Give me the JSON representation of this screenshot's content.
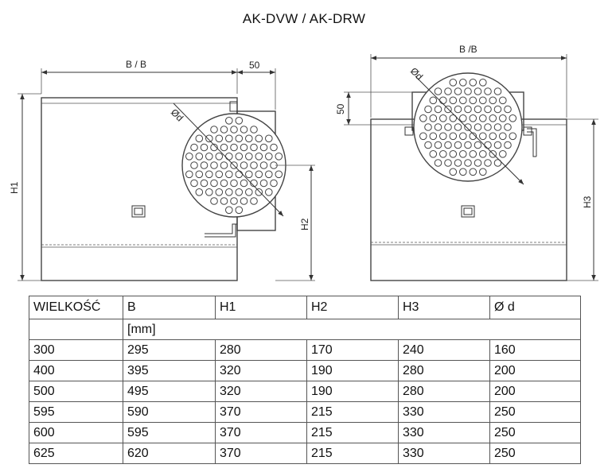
{
  "title": "AK-DVW / AK-DRW",
  "left_view": {
    "width_label": "B / B",
    "offset_label": "50",
    "diameter_label": "Ød",
    "height_label_total": "H1",
    "height_label_axis": "H2"
  },
  "right_view": {
    "width_label": "B /B",
    "offset_label": "50",
    "diameter_label": "Ød",
    "height_label": "H3"
  },
  "table": {
    "headers": [
      "WIELKOŚĆ",
      "B",
      "H1",
      "H2",
      "H3",
      "Ø d"
    ],
    "unit": "[mm]",
    "rows": [
      [
        "300",
        "295",
        "280",
        "170",
        "240",
        "160"
      ],
      [
        "400",
        "395",
        "320",
        "190",
        "280",
        "200"
      ],
      [
        "500",
        "495",
        "320",
        "190",
        "280",
        "200"
      ],
      [
        "595",
        "590",
        "370",
        "215",
        "330",
        "250"
      ],
      [
        "600",
        "595",
        "370",
        "215",
        "330",
        "250"
      ],
      [
        "625",
        "620",
        "370",
        "215",
        "330",
        "250"
      ]
    ]
  }
}
